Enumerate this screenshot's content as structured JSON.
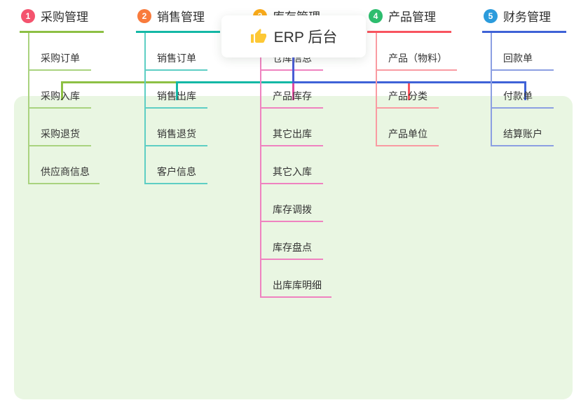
{
  "root": {
    "label": "ERP 后台",
    "icon": "thumbs-up-icon",
    "icon_color": "#fdc835"
  },
  "canvas": {
    "panel_bg": "#e9f6e2"
  },
  "connector": {
    "root_stem_color": "#4a5cd4"
  },
  "branches": [
    {
      "index": "1",
      "label": "采购管理",
      "badge_color": "#f4536e",
      "color": "#8dc044",
      "light_color": "#a9d37f",
      "children": [
        "采购订单",
        "采购入库",
        "采购退货",
        "供应商信息"
      ]
    },
    {
      "index": "2",
      "label": "销售管理",
      "badge_color": "#f97b3c",
      "color": "#14b8a6",
      "light_color": "#5ecec4",
      "children": [
        "销售订单",
        "销售出库",
        "销售退货",
        "客户信息"
      ]
    },
    {
      "index": "3",
      "label": "库存管理",
      "badge_color": "#fbab18",
      "color": "#e0489e",
      "light_color": "#ef82c0",
      "children": [
        "仓库信息",
        "产品库存",
        "其它出库",
        "其它入库",
        "库存调拨",
        "库存盘点",
        "出库库明细"
      ]
    },
    {
      "index": "4",
      "label": "产品管理",
      "badge_color": "#2dbd6e",
      "color": "#f8545f",
      "light_color": "#f99ba2",
      "children": [
        "产品（物料）",
        "产品分类",
        "产品单位"
      ]
    },
    {
      "index": "5",
      "label": "财务管理",
      "badge_color": "#2b9bdc",
      "color": "#3f62d7",
      "light_color": "#8c9fe2",
      "children": [
        "回款单",
        "付款单",
        "结算账户"
      ]
    }
  ]
}
